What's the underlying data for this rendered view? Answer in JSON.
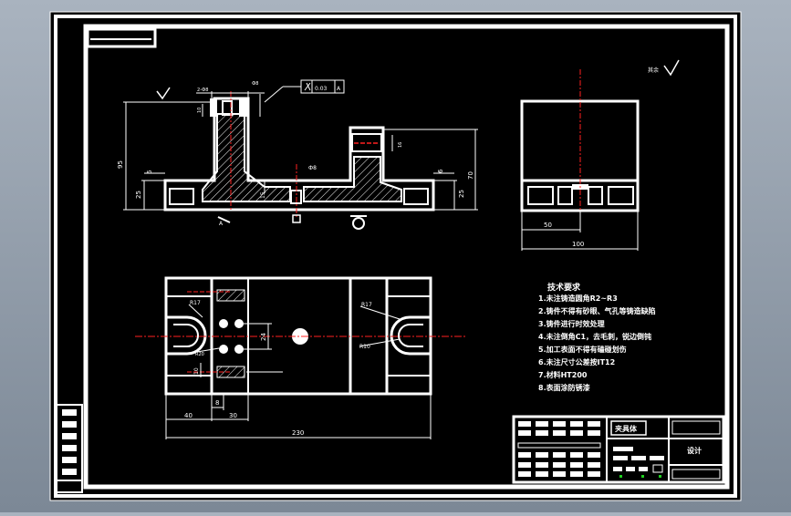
{
  "colors": {
    "canvas": "#000000",
    "line": "#ffffff",
    "center_line": "#ff2020",
    "hatch": "#ffffff",
    "background_top": "#a9b3bf",
    "background_bottom": "#7c8896"
  },
  "front_view": {
    "dim_95": "95",
    "dim_25_left": "25",
    "dim_6_left": "6",
    "dim_6_right": "6",
    "dim_25_right": "25",
    "dim_70": "70",
    "dim_top_left": "2-Ф8",
    "dim_top_mid": "Ф8",
    "tolerance_value": "0.03",
    "tolerance_datum": "A",
    "dim_center": "Ф8",
    "dim_15": "15",
    "dim_sm_1": "10",
    "dim_sm_2": "16",
    "datum_a": "A"
  },
  "side_view": {
    "dim_50": "50",
    "dim_100": "100"
  },
  "top_view": {
    "label_r17_left": "R17",
    "label_r17_right": "R17",
    "label_r10": "R10",
    "label_r20": "R20",
    "dim_24": "24",
    "dim_10": "10",
    "dim_8": "8",
    "dim_40": "40",
    "dim_30": "30",
    "dim_230": "230"
  },
  "roughness": {
    "top_right": "其余"
  },
  "tech_requirements": {
    "title": "技术要求",
    "items": [
      "1.未注铸造圆角R2~R3",
      "2.铸件不得有砂眼、气孔等铸造缺陷",
      "3.铸件进行时效处理",
      "4.未注倒角C1，去毛刺，锐边倒钝",
      "5.加工表面不得有磕碰划伤",
      "6.未注尺寸公差按IT12",
      "7.材料HT200",
      "8.表面涂防锈漆"
    ]
  },
  "title_block": {
    "part_name": "夹具体",
    "school": "设计"
  }
}
